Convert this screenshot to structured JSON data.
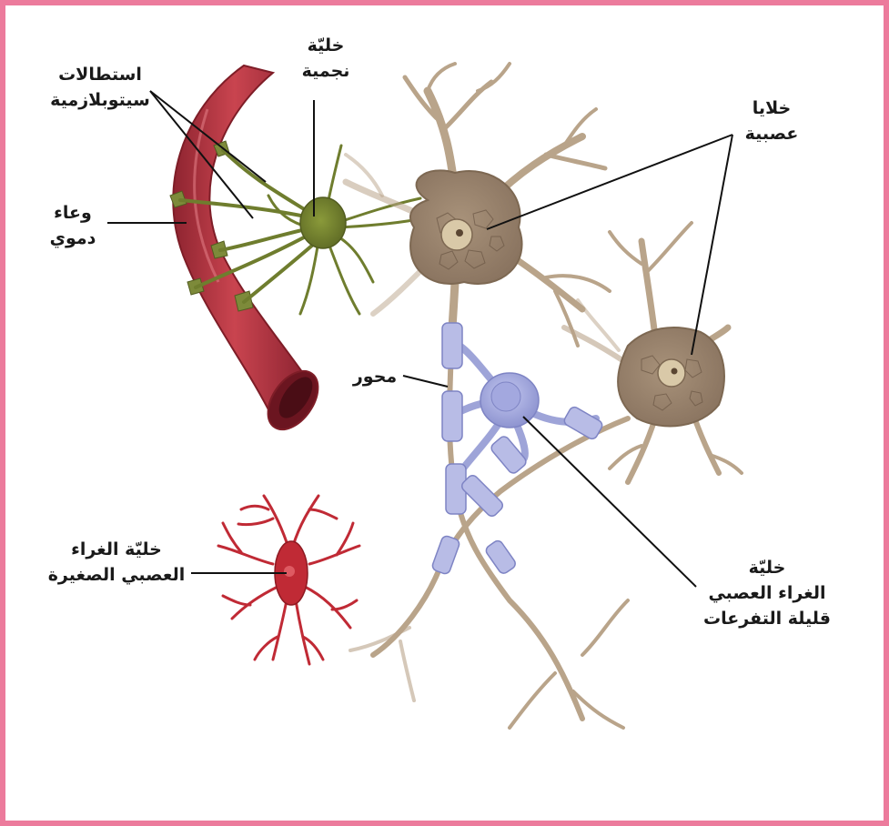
{
  "labels": {
    "cytoplasmic_extensions": [
      "استطالات",
      "سيتوبلازمية"
    ],
    "astrocyte": [
      "خليّة",
      "نجمية"
    ],
    "neurons": [
      "خلايا",
      "عصبية"
    ],
    "blood_vessel": [
      "وعاء",
      "دموي"
    ],
    "axon": "محور",
    "microglia": [
      "خليّة الغراء",
      "العصبي الصغيرة"
    ],
    "oligodendrocyte": [
      "خليّة",
      "الغراء العصبي",
      "قليلة التفرعات"
    ]
  },
  "colors": {
    "frame": "#ec7b9c",
    "vessel": "#b8323f",
    "vessel_dark": "#7e1d27",
    "astrocyte": "#6f7d2e",
    "neuron": "#b9a48a",
    "neuron_dark": "#8c7660",
    "oligodendrocyte": "#9ea4d8",
    "myelin": "#b8bce6",
    "microglia": "#c02a35",
    "line": "#111111"
  }
}
